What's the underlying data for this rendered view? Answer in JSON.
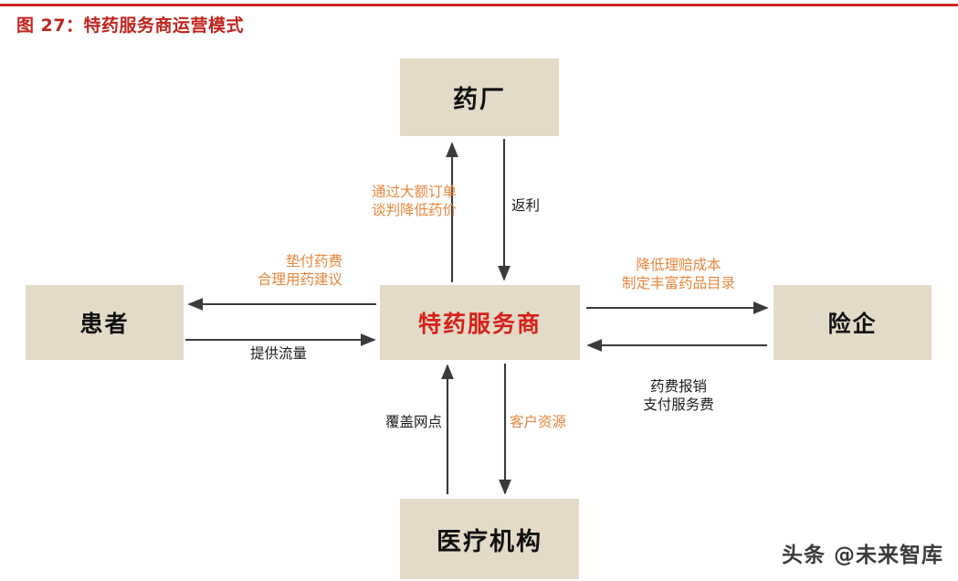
{
  "header": {
    "title": "图 27：特药服务商运营模式",
    "rule_color": "#c9271f",
    "title_color": "#c0241d"
  },
  "colors": {
    "box_fill": "#e3dbc7",
    "orange_label": "#e8863c",
    "dark_label": "#1c1c1c",
    "center_text": "#d6211a",
    "arrow": "#3a3a3a"
  },
  "diagram": {
    "type": "flow-diagram",
    "nodes": [
      {
        "id": "pharma",
        "label": "药厂",
        "position": "top"
      },
      {
        "id": "patient",
        "label": "患者",
        "position": "left"
      },
      {
        "id": "center",
        "label": "特药服务商",
        "position": "center"
      },
      {
        "id": "insurer",
        "label": "险企",
        "position": "right"
      },
      {
        "id": "hospital",
        "label": "医疗机构",
        "position": "bottom"
      }
    ],
    "edges": [
      {
        "id": "order",
        "from": "center",
        "to": "pharma",
        "label": "通过大额订单\n谈判降低药价",
        "color": "orange",
        "direction": "up"
      },
      {
        "id": "rebate",
        "from": "pharma",
        "to": "center",
        "label": "返利",
        "color": "dark",
        "direction": "down"
      },
      {
        "id": "advance",
        "from": "center",
        "to": "patient",
        "label": "垫付药费\n合理用药建议",
        "color": "orange",
        "direction": "left"
      },
      {
        "id": "traffic",
        "from": "patient",
        "to": "center",
        "label": "提供流量",
        "color": "dark",
        "direction": "right"
      },
      {
        "id": "claimcost",
        "from": "center",
        "to": "insurer",
        "label": "降低理赔成本\n制定丰富药品目录",
        "color": "orange",
        "direction": "right"
      },
      {
        "id": "reimburse",
        "from": "insurer",
        "to": "center",
        "label": "药费报销\n支付服务费",
        "color": "dark",
        "direction": "left"
      },
      {
        "id": "network",
        "from": "hospital",
        "to": "center",
        "label": "覆盖网点",
        "color": "dark",
        "direction": "up"
      },
      {
        "id": "customer",
        "from": "center",
        "to": "hospital",
        "label": "客户资源",
        "color": "orange",
        "direction": "down"
      }
    ]
  },
  "watermark": {
    "text": "头条 @未来智库"
  }
}
